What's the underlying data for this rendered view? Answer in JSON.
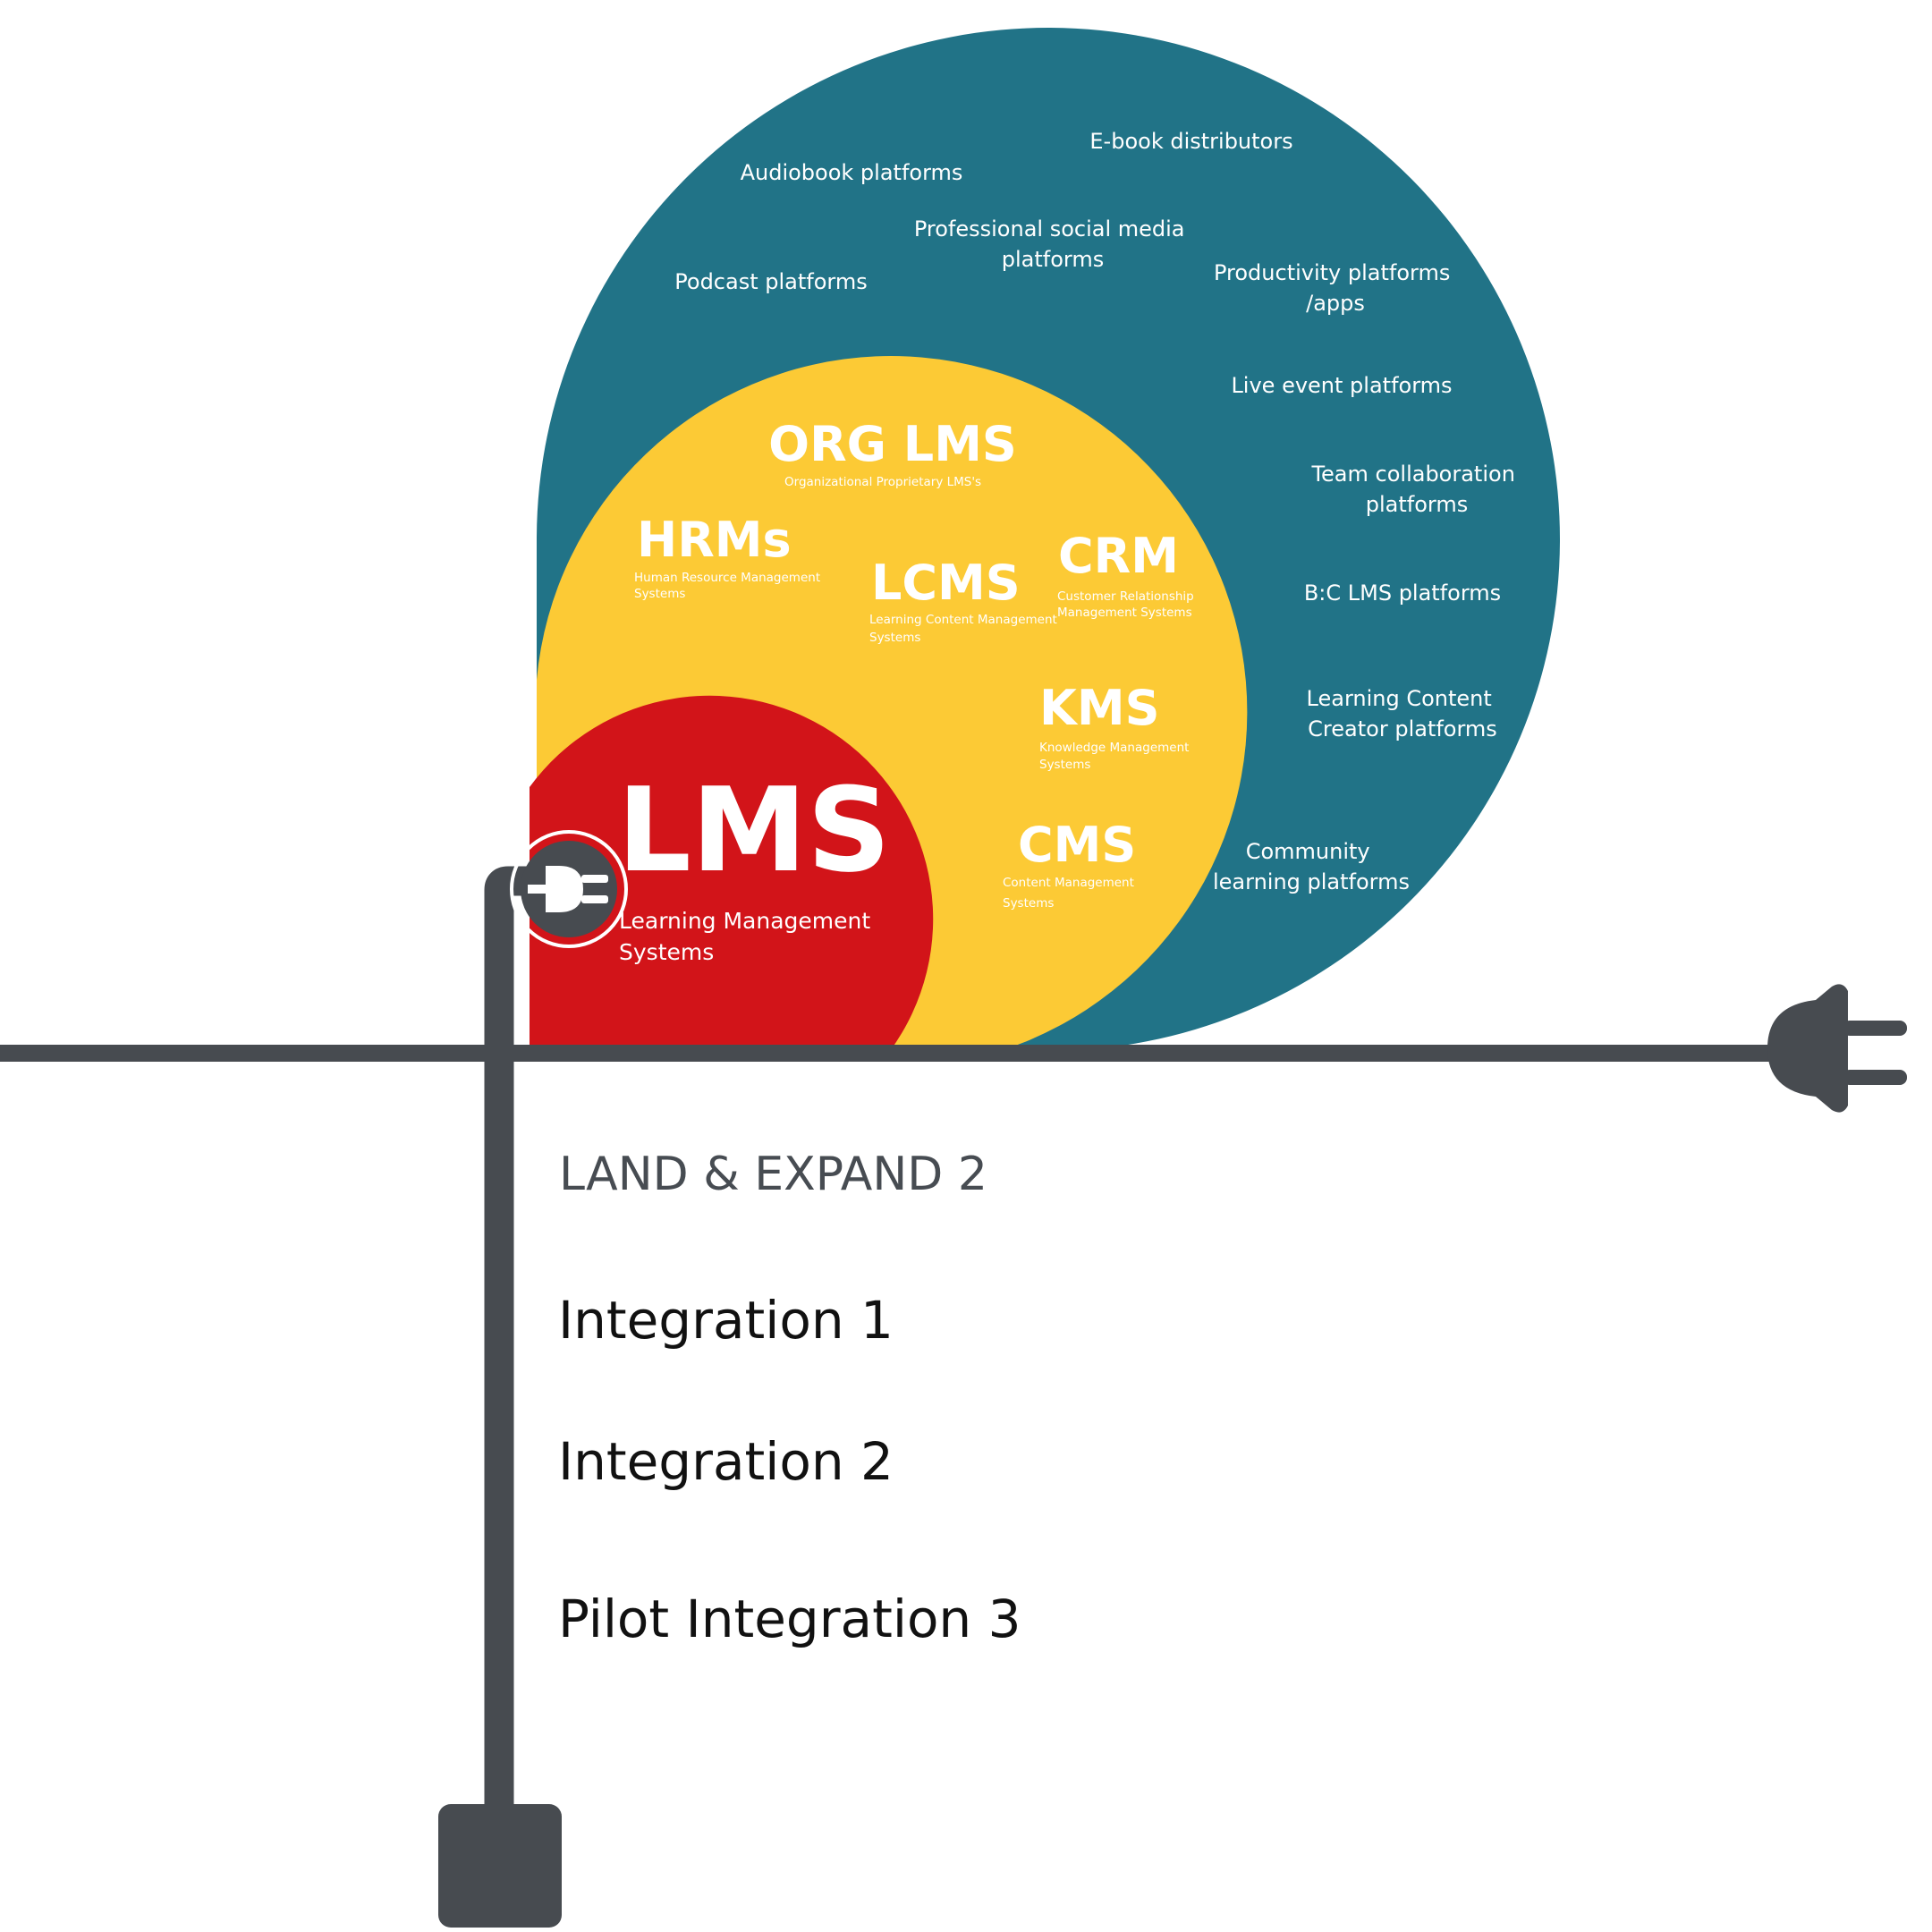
{
  "colors": {
    "outer": "#217387",
    "middle": "#fcca35",
    "inner": "#d21419",
    "cable": "#474b50",
    "text_dark": "#474c52",
    "text_black": "#111111"
  },
  "outer_ring": {
    "items": [
      {
        "lines": [
          "Audiobook platforms"
        ]
      },
      {
        "lines": [
          "E-book distributors"
        ]
      },
      {
        "lines": [
          "Professional social media",
          "platforms"
        ]
      },
      {
        "lines": [
          "Podcast platforms"
        ]
      },
      {
        "lines": [
          "Productivity platforms",
          "/apps"
        ]
      },
      {
        "lines": [
          "Live event platforms"
        ]
      },
      {
        "lines": [
          "Team collaboration",
          "platforms"
        ]
      },
      {
        "lines": [
          "B:C LMS platforms"
        ]
      },
      {
        "lines": [
          "Learning Content",
          "Creator platforms"
        ]
      },
      {
        "lines": [
          "Community",
          "learning platforms"
        ]
      }
    ]
  },
  "middle_ring": {
    "items": [
      {
        "title": "ORG LMS",
        "subtitle": [
          "Organizational Proprietary LMS's"
        ]
      },
      {
        "title": "HRMs",
        "subtitle": [
          "Human Resource Management",
          "Systems"
        ]
      },
      {
        "title": "LCMS",
        "subtitle": [
          "Learning Content Management",
          "Systems"
        ]
      },
      {
        "title": "CRM",
        "subtitle": [
          "Customer Relationship",
          "Management Systems"
        ]
      },
      {
        "title": "KMS",
        "subtitle": [
          "Knowledge Management",
          "Systems"
        ]
      },
      {
        "title": "CMS",
        "subtitle": [
          "Content Management",
          "Systems"
        ]
      }
    ]
  },
  "core": {
    "title": "LMS",
    "subtitle": [
      "Learning Management",
      "Systems"
    ]
  },
  "heading": "LAND & EXPAND 2",
  "integrations": [
    "Integration 1",
    "Integration 2",
    "Pilot Integration 3"
  ],
  "icons": [
    "plug-icon",
    "power-plug-icon",
    "wall-socket-icon"
  ]
}
